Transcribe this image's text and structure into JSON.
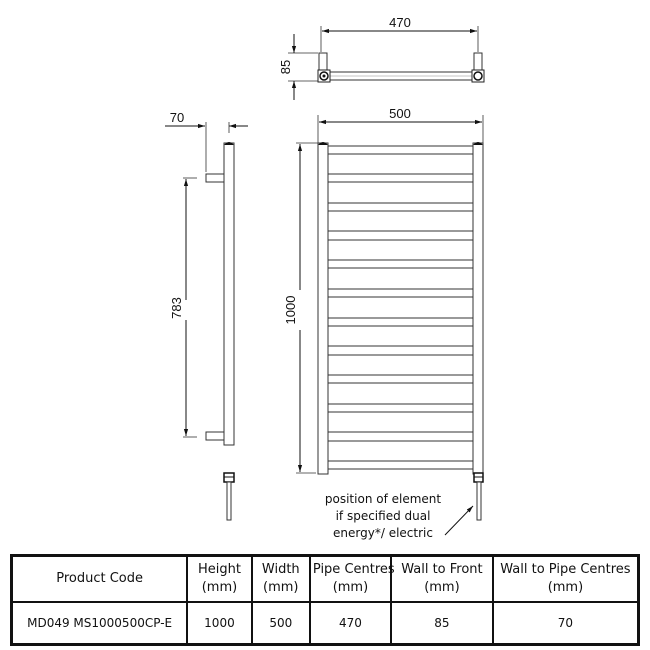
{
  "drawing": {
    "top_view": {
      "pipe_centres_label": "470",
      "wall_to_front_label": "85"
    },
    "side_view": {
      "wall_to_pipe_label": "70",
      "bracket_spacing_label": "783"
    },
    "front_view": {
      "width_label": "500",
      "height_label": "1000",
      "rail_count": 12
    },
    "note": {
      "lines": [
        "position of element",
        "if specified dual",
        "energy*/ electric"
      ]
    }
  },
  "table": {
    "headers": [
      {
        "line1": "Product Code",
        "line2": ""
      },
      {
        "line1": "Height",
        "line2": "(mm)"
      },
      {
        "line1": "Width",
        "line2": "(mm)"
      },
      {
        "line1": "Pipe Centres",
        "line2": "(mm)"
      },
      {
        "line1": "Wall to Front",
        "line2": "(mm)"
      },
      {
        "line1": "Wall to Pipe Centres",
        "line2": "(mm)"
      }
    ],
    "rows": [
      [
        "MD049 MS1000500CP-E",
        "1000",
        "500",
        "470",
        "85",
        "70"
      ]
    ]
  }
}
